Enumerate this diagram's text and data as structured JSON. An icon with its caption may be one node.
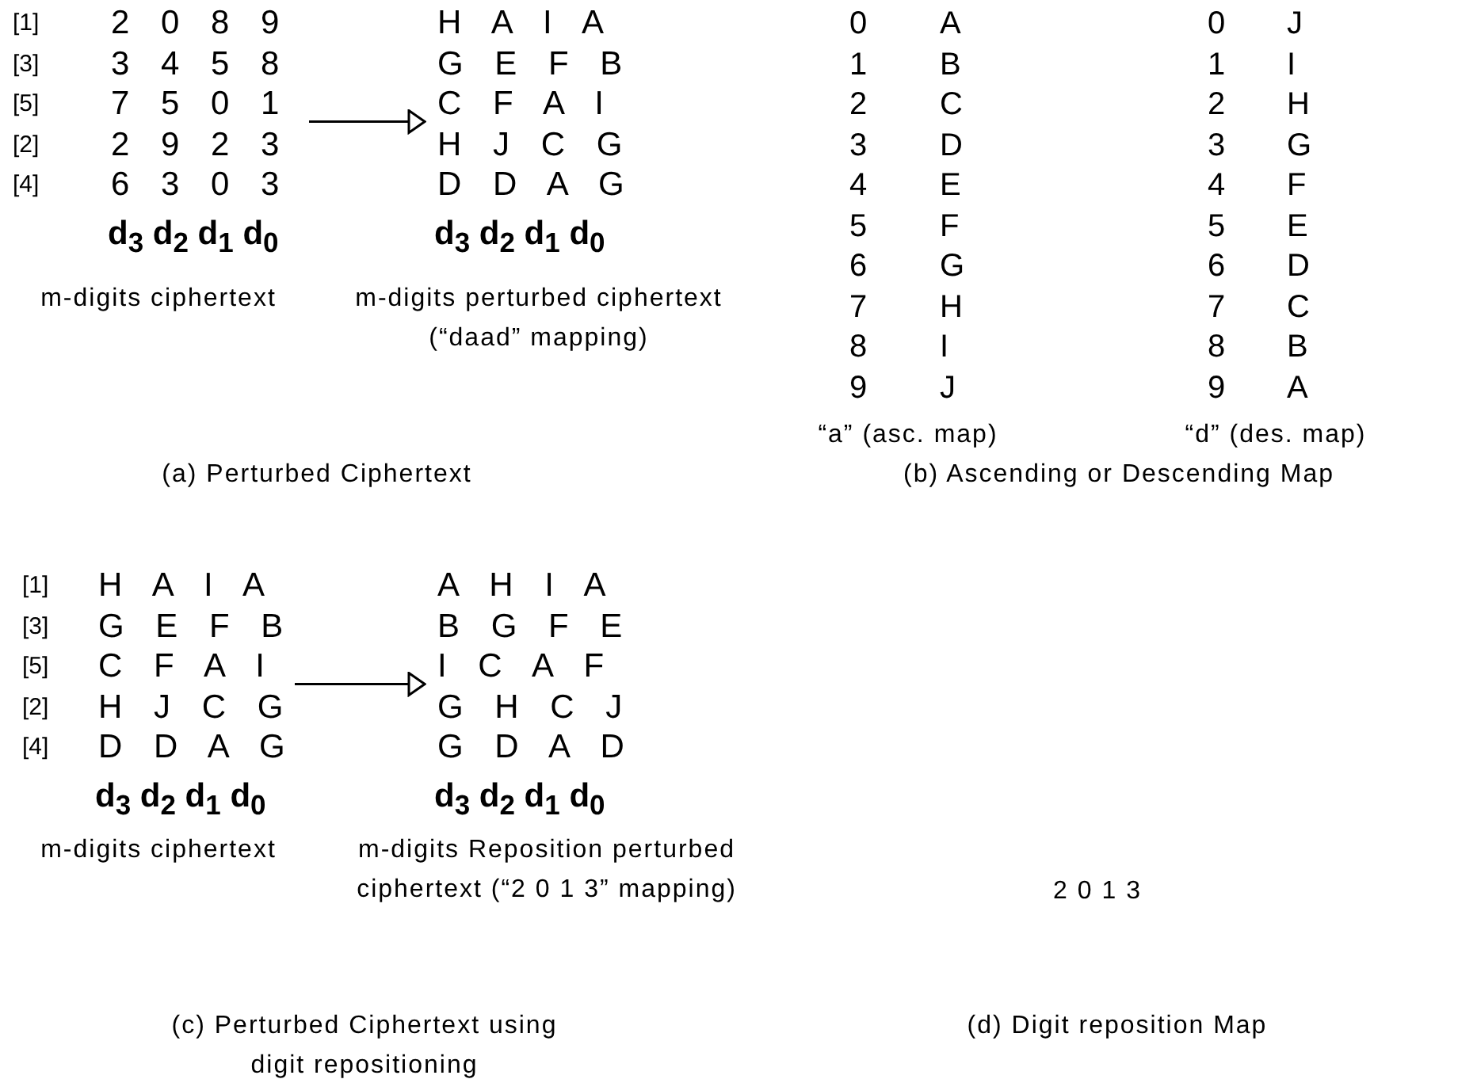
{
  "diagram": {
    "nodes": [
      {
        "text": [
          "[1]",
          "[3]",
          "[5]",
          "[2]",
          "[4]",
          "2 0 8 9",
          "3 4 5 8",
          "7 5 0 1",
          "2 9 2 3",
          "6 3 0 3",
          "d$_{3}$ d$_{2}$ d$_{1}$ d$_{0}$"
        ],
        "beside": [
          "m-digits ciphertext"
        ]
      },
      {
        "text": [
          "H A I A",
          "G E F B",
          "C F A I",
          "H J C G",
          "D D A G",
          "d$_{3}$ d$_{2}$ d$_{1}$ d$_{0}$"
        ],
        "beside": [
          "m-digits perturbed ciphertext (“daad” mapping)"
        ]
      },
      {
        "text": [
          "[1]",
          "[3]",
          "[5]",
          "[2]",
          "[4]",
          "H A I A",
          "G E F B",
          "C F A I",
          "H J C G",
          "D D A G",
          "d$_{3}$ d$_{2}$ d$_{1}$ d$_{0}$"
        ],
        "beside": [
          "m-digits ciphertext"
        ]
      },
      {
        "text": [
          "A H I A",
          "B G F E",
          "I C A F",
          "G H C J",
          "G D A D",
          "d$_{3}$ d$_{2}$ d$_{1}$ d$_{0}$"
        ],
        "beside": [
          "m-digits Reposition perturbed ciphertext (“2 0 1 3” mapping)"
        ]
      }
    ],
    "edges": [
      {
        "from": 0,
        "to": 1,
        "arrow": "to"
      },
      {
        "from": 2,
        "to": 3,
        "arrow": "to"
      }
    ],
    "labels": [
      "0",
      "A",
      "1",
      "B",
      "2",
      "C",
      "3",
      "D",
      "4",
      "E",
      "5",
      "F",
      "6",
      "G",
      "7",
      "H",
      "8",
      "I",
      "9",
      "J",
      "“a” (asc. map)",
      "0",
      "J",
      "1",
      "I",
      "2",
      "H",
      "3",
      "G",
      "4",
      "F",
      "5",
      "E",
      "6",
      "D",
      "7",
      "C",
      "8",
      "B",
      "9",
      "A",
      "“d” (des. map)",
      "(a) Perturbed Ciphertext",
      "(b) Ascending or Descending Map",
      "(c) Perturbed Ciphertext using digit repositioning",
      "2 0 1 3",
      "(d) Digit reposition Map"
    ]
  }
}
